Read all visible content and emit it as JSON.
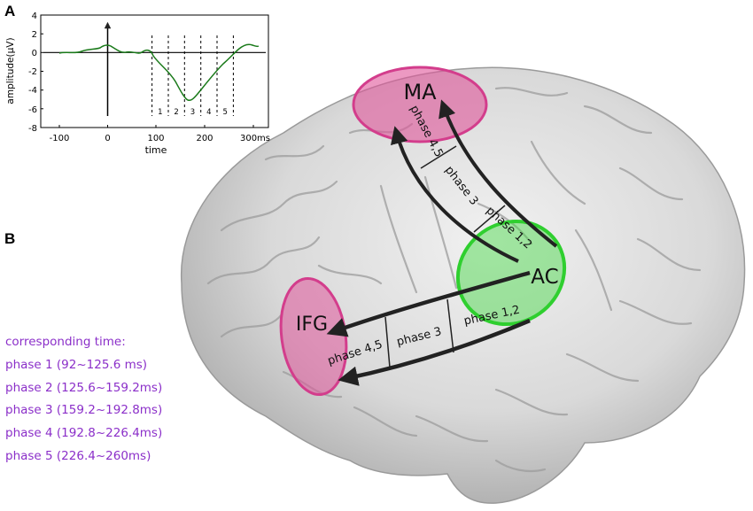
{
  "panels": {
    "a": "A",
    "b": "B"
  },
  "erp_plot": {
    "ylabel": "amplitude(μV)",
    "xlabel": "time",
    "yticks": [
      "4",
      "2",
      "0",
      "-2",
      "-4",
      "-6",
      "-8"
    ],
    "xticks": [
      "-100",
      "0",
      "100",
      "200",
      "300ms"
    ],
    "phase_labels": [
      "1",
      "2",
      "3",
      "4",
      "5"
    ],
    "line_color": "#1a7a1a"
  },
  "brain": {
    "regions": {
      "ma": "MA",
      "ac": "AC",
      "ifg": "IFG"
    },
    "pathway_labels": {
      "ma_phase45": "phase 4,5",
      "ma_phase3": "phase 3",
      "ma_phase12": "phase 1,2",
      "ifg_phase45": "phase 4,5",
      "ifg_phase3": "phase 3",
      "ifg_phase12": "phase 1,2"
    },
    "colors": {
      "pink": "#e0559a",
      "green": "#3ed63e"
    }
  },
  "legend": {
    "title": "corresponding time:",
    "items": [
      "phase 1 (92~125.6 ms)",
      "phase 2 (125.6~159.2ms)",
      "phase 3 (159.2~192.8ms)",
      "phase 4 (192.8~226.4ms)",
      "phase 5 (226.4~260ms)"
    ]
  }
}
